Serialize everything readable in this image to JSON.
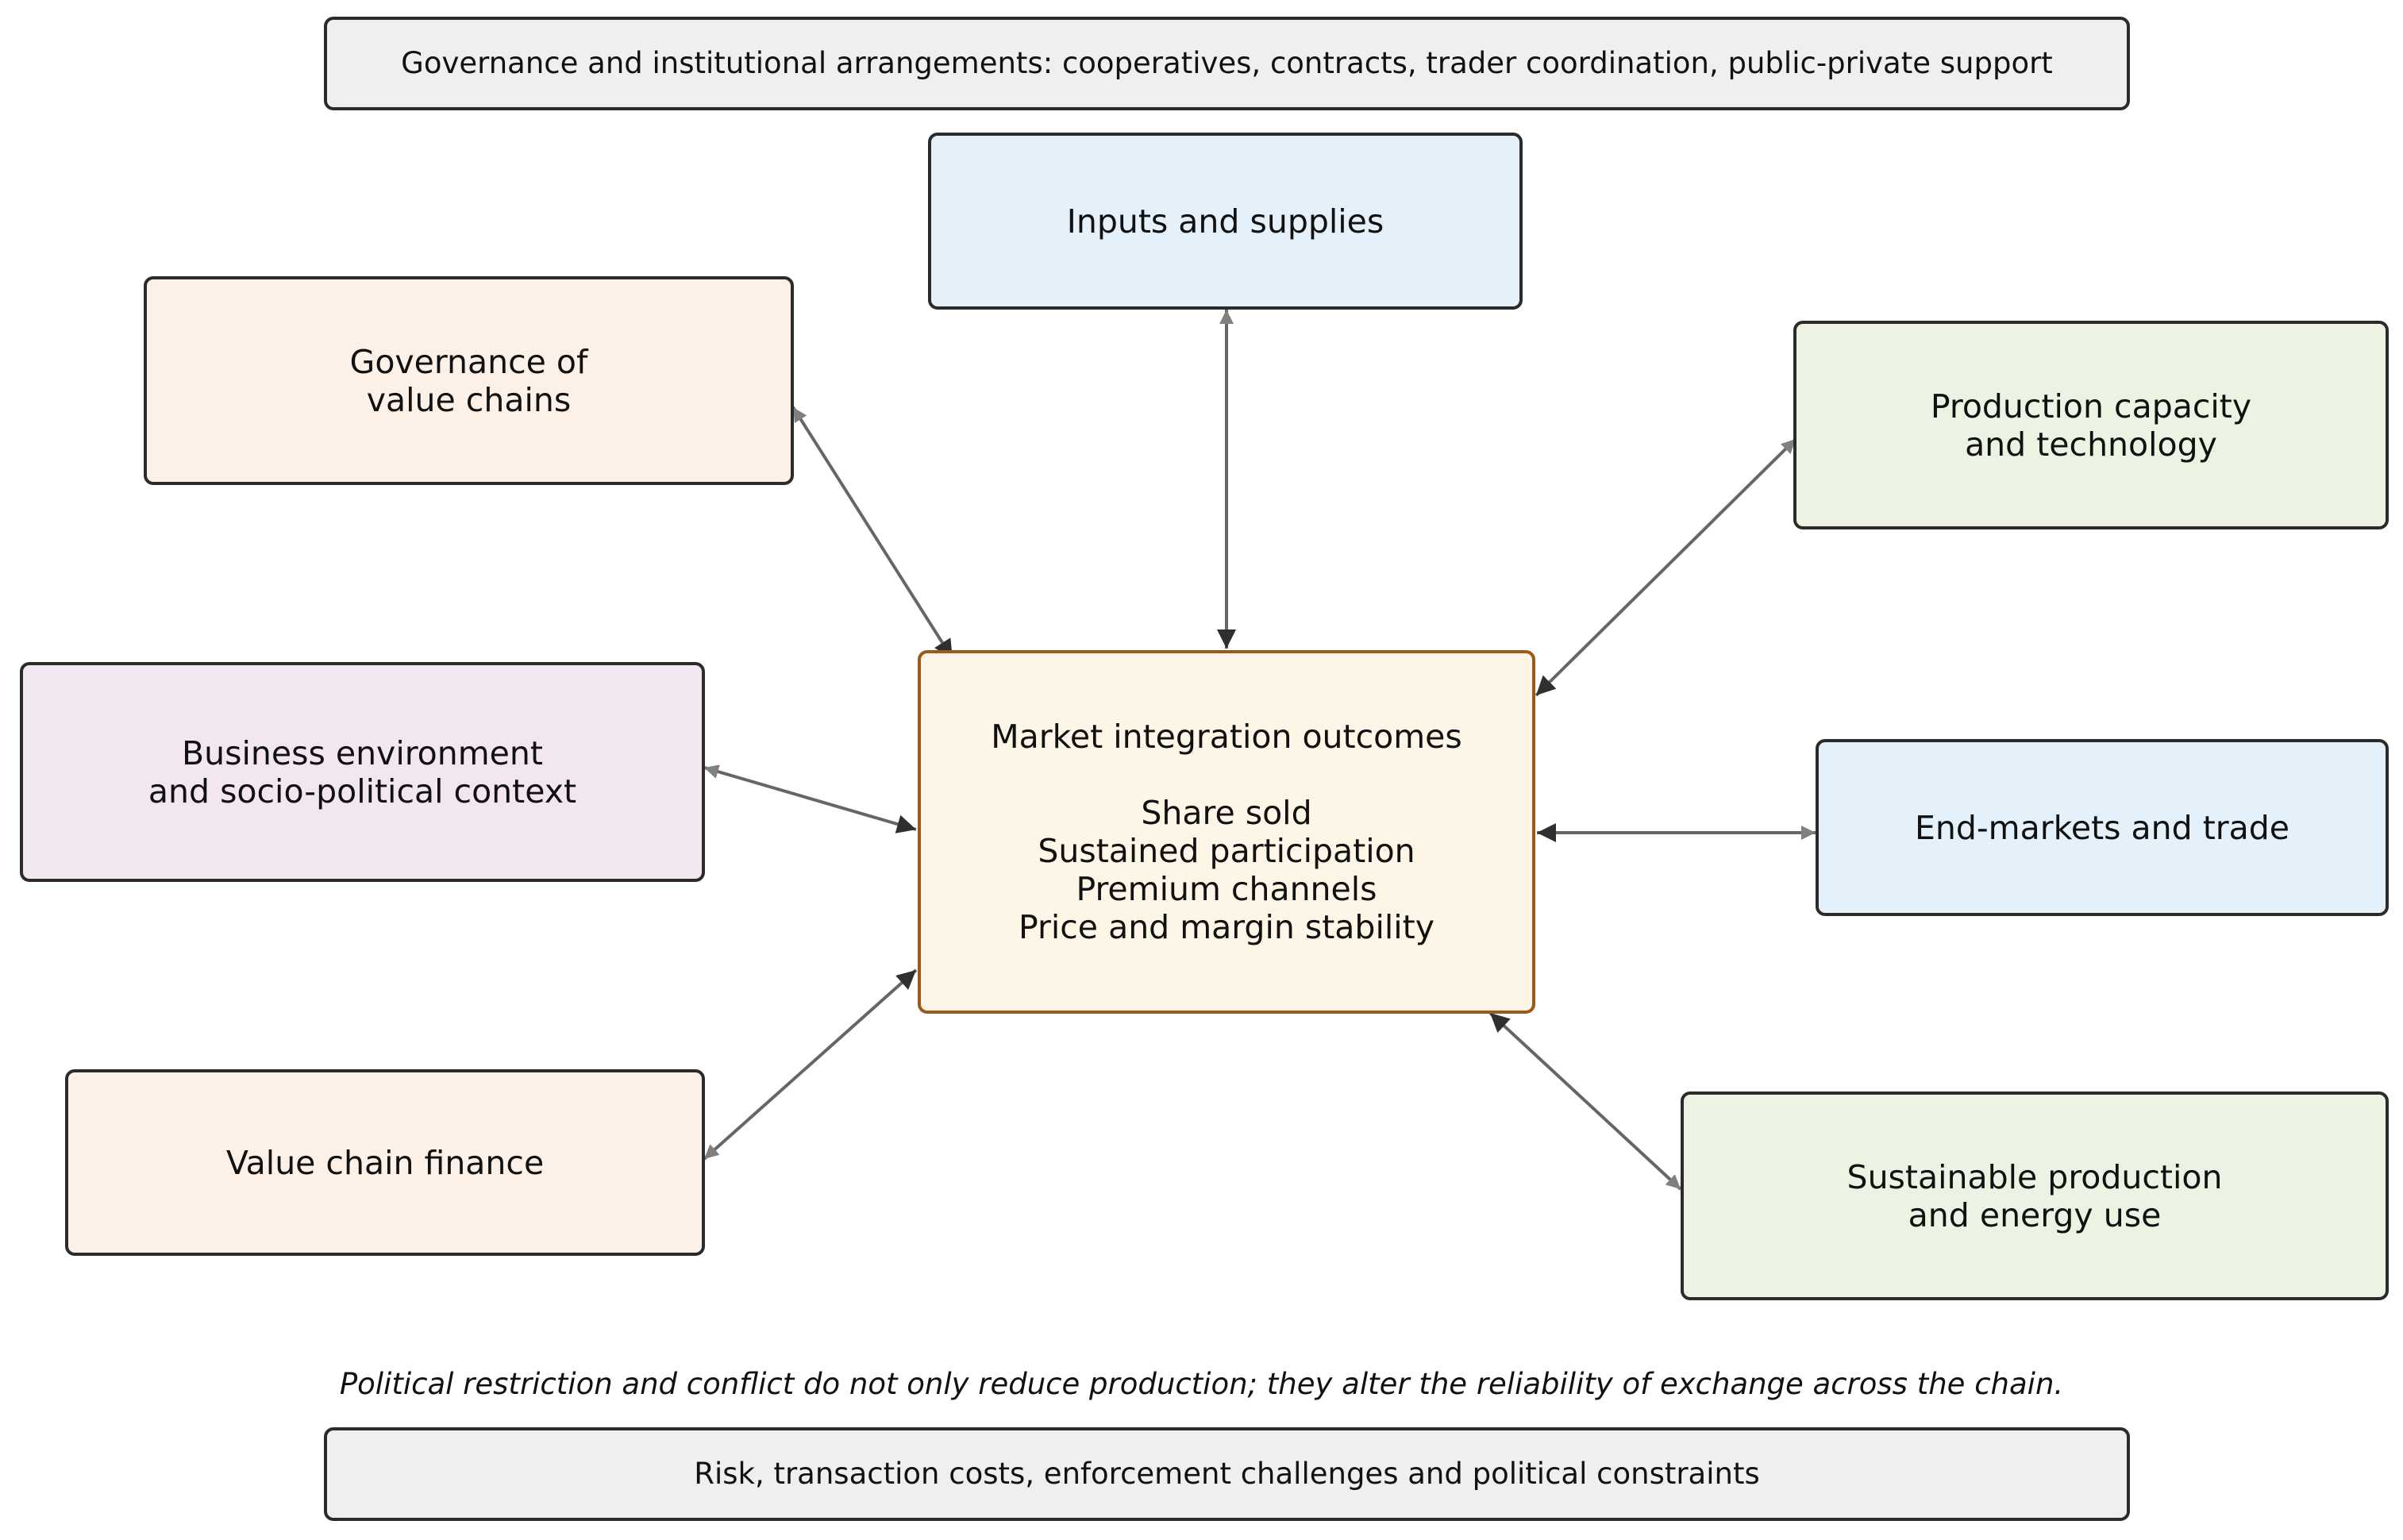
{
  "top_banner": "Governance and institutional arrangements: cooperatives, contracts, trader coordination, public-private support",
  "center": {
    "title": "Market integration outcomes",
    "outcomes": [
      "Share sold",
      "Sustained participation",
      "Premium channels",
      "Price and margin stability"
    ]
  },
  "nodes": {
    "inputs": "Inputs and supplies",
    "governance": "Governance of\nvalue chains",
    "production": "Production capacity\nand technology",
    "business": "Business environment\nand socio-political context",
    "endmarkets": "End-markets and trade",
    "finance": "Value chain finance",
    "sustainable": "Sustainable production\nand energy use"
  },
  "note": "Political restriction and conflict do not only reduce production; they alter the reliability of exchange across the chain.",
  "bottom_banner": "Risk, transaction costs, enforcement challenges and political constraints",
  "colors": {
    "banner": "#efefef",
    "blue": "#e4f1fa",
    "peach": "#fcf0e7",
    "green": "#ecf3e3",
    "purple": "#f2e6f1",
    "center_fill": "#fdf6e7",
    "center_border": "#9a5a1c",
    "arrow": "#666666"
  }
}
